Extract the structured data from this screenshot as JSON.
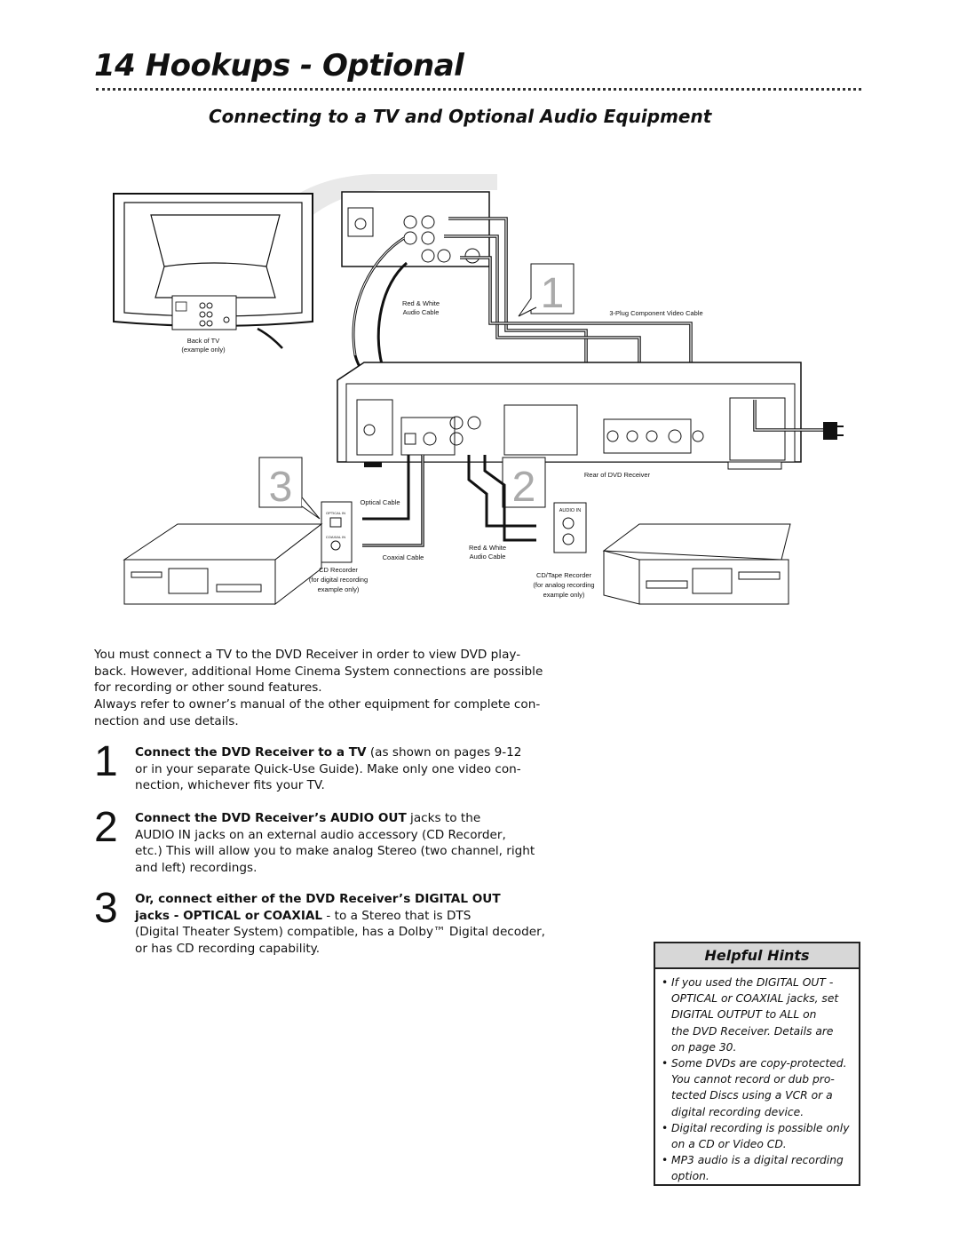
{
  "page": {
    "title": "14 Hookups - Optional",
    "section_title": "Connecting to a TV and Optional Audio Equipment"
  },
  "diagram": {
    "back_of_tv": "Back of TV",
    "back_of_tv_note": "(example only)",
    "red_white_top_1": "Red & White",
    "red_white_top_2": "Audio Cable",
    "component_cable": "3-Plug Component Video Cable",
    "rear_of_receiver": "Rear of DVD Receiver",
    "optical_cable": "Optical Cable",
    "coaxial_cable": "Coaxial Cable",
    "red_white_bottom_1": "Red & White",
    "red_white_bottom_2": "Audio Cable",
    "cd_recorder_1": "CD Recorder",
    "cd_recorder_2": "(for digital recording",
    "cd_recorder_3": "example only)",
    "tape_recorder_1": "CD/Tape Recorder",
    "tape_recorder_2": "(for analog recording",
    "tape_recorder_3": "example only)",
    "audio_in": "AUDIO IN",
    "optical_in": "OPTICAL IN",
    "coaxial_in": "COAXIAL IN",
    "callout_1": "1",
    "callout_2": "2",
    "callout_3": "3"
  },
  "intro": {
    "p1_l1": "You must connect a TV to the DVD Receiver in order to view DVD play-",
    "p1_l2": "back. However, additional Home Cinema System connections are possible",
    "p1_l3": "for recording or other sound features.",
    "p2_l1": "Always refer to owner’s manual of the other equipment for complete con-",
    "p2_l2": "nection and use details."
  },
  "steps": [
    {
      "number": "1",
      "bold": "Connect the DVD Receiver to a TV",
      "l1_rest": " (as shown on pages 9-12",
      "l2": "or in your separate Quick-Use Guide). Make only one video con-",
      "l3": "nection, whichever fits your TV."
    },
    {
      "number": "2",
      "bold": "Connect the DVD Receiver’s AUDIO OUT",
      "l1_rest": " jacks to the",
      "l2": "AUDIO IN jacks on an external audio accessory (CD Recorder,",
      "l3": "etc.) This will allow you to make analog Stereo (two channel, right",
      "l4": "and left) recordings."
    },
    {
      "number": "3",
      "bold1": "Or, connect either of the DVD Receiver’s DIGITAL OUT",
      "bold2": "jacks - OPTICAL or COAXIAL",
      "l2_rest": " - to a Stereo that is DTS",
      "l3": "(Digital Theater System) compatible, has a Dolby™ Digital decoder,",
      "l4": "or has CD recording capability."
    }
  ],
  "hints": {
    "title": "Helpful Hints",
    "items": [
      [
        "If you used the DIGITAL OUT -",
        "OPTICAL or COAXIAL jacks, set",
        "DIGITAL OUTPUT to ALL on",
        "the DVD Receiver. Details are",
        "on page 30."
      ],
      [
        "Some DVDs are copy-protected.",
        "You cannot record or dub pro-",
        "tected Discs using a VCR or a",
        "digital recording device."
      ],
      [
        "Digital recording is possible only",
        "on a CD or Video CD."
      ],
      [
        "MP3 audio is a digital recording",
        "option."
      ]
    ]
  }
}
